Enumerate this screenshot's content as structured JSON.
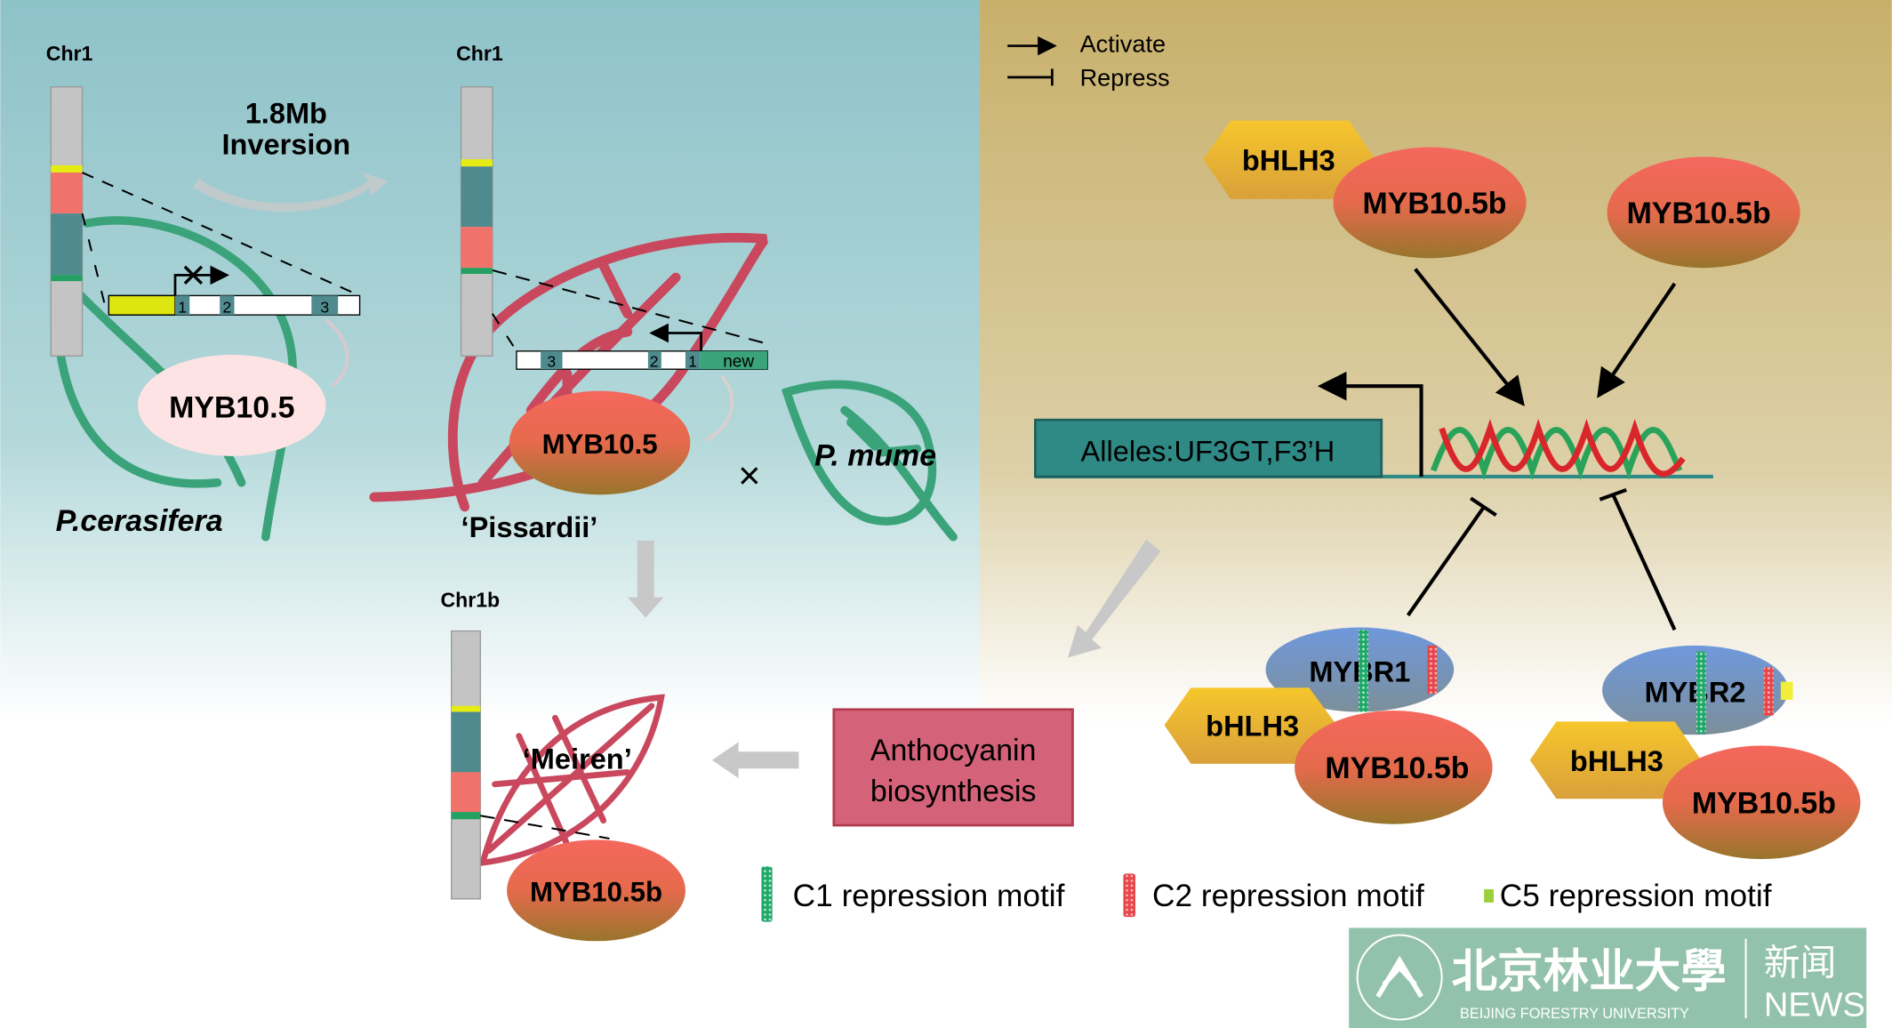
{
  "legend_top": {
    "activate": "Activate",
    "repress": "Repress"
  },
  "left_panel": {
    "chr1_label": "Chr1",
    "inversion_line1": "1.8Mb",
    "inversion_line2": "Inversion",
    "gene_exons": [
      "1",
      "2",
      "3"
    ],
    "protein": "MYB10.5",
    "species": "P.cerasifera"
  },
  "middle_panel": {
    "chr1_label": "Chr1",
    "gene_exons": [
      "3",
      "2",
      "1"
    ],
    "new_label": "new",
    "protein": "MYB10.5",
    "cultivar": "‘Pissardii’",
    "cross": "×",
    "other_species": "P. mume"
  },
  "bottom_panel": {
    "chr_label": "Chr1b",
    "cultivar": "‘Meiren’",
    "protein": "MYB10.5b",
    "pathway_line1": "Anthocyanin",
    "pathway_line2": "biosynthesis"
  },
  "right_panel": {
    "complex_top": {
      "bhlh": "bHLH3",
      "myb": "MYB10.5b"
    },
    "myb_single": "MYB10.5b",
    "alleles": "Alleles:UF3GT,F3’H",
    "complex_r1": {
      "repressor": "MYBR1",
      "bhlh": "bHLH3",
      "myb": "MYB10.5b"
    },
    "complex_r2": {
      "repressor": "MYBR2",
      "bhlh": "bHLH3",
      "myb": "MYB10.5b"
    }
  },
  "legend_bottom": [
    "C1 repression motif",
    "C2 repression motif",
    "C5 repression motif"
  ],
  "watermark": {
    "cn_name": "北京林业大學",
    "en_name": "BEIJING FORESTRY UNIVERSITY",
    "cn_news": "新闻",
    "en_news": "NEWS"
  },
  "colors": {
    "teal_bg": "#8fc3ca",
    "gold_bg": "#c8b06e",
    "myb_red": "#f0685c",
    "myb_brown": "#9a7330",
    "bhlh_yellow": "#f3c22b",
    "mybr_blue": "#6f96d6",
    "leaf_green": "#3aa37a",
    "leaf_red": "#c9485e",
    "box_pink": "#d4637a",
    "alleles_teal": "#2f8a86"
  }
}
